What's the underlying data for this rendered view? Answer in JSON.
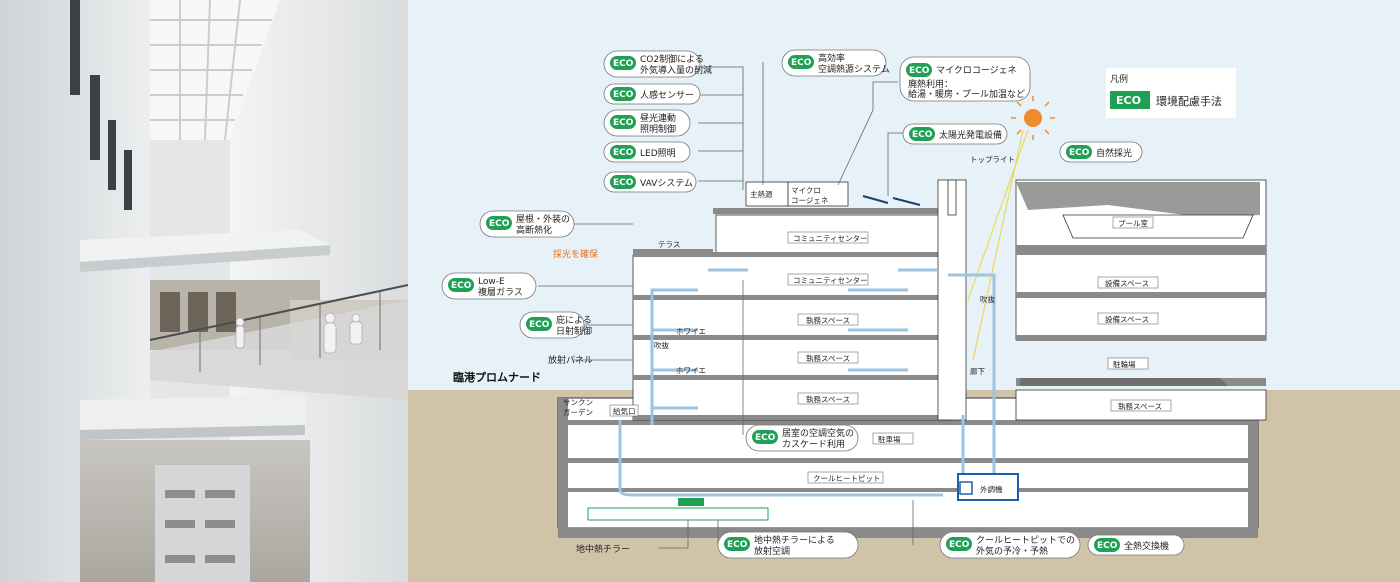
{
  "photo": {
    "alt": ""
  },
  "diagram": {
    "eco_tag": "ECO",
    "legend": {
      "title": "凡例",
      "badge": "ECO",
      "text": "環境配慮手法"
    },
    "callouts": {
      "co2": [
        "CO2制御による",
        "外気導入量の削減"
      ],
      "motion": "人感センサー",
      "daylight": [
        "昼光連動",
        "照明制御"
      ],
      "led": "LED照明",
      "vav": "VAVシステム",
      "insulation": [
        "屋根・外装の",
        "高断熱化"
      ],
      "lowe": [
        "Low-E",
        "複層ガラス"
      ],
      "eaves": [
        "庇による",
        "日射制御"
      ],
      "heatsource": [
        "高効率",
        "空調熱源システム"
      ],
      "cogen": [
        "マイクロコージェネ",
        "廃熱利用：",
        "給湯・暖房・プール加温など"
      ],
      "solar": "太陽光発電設備",
      "natural_light": "自然採光",
      "cascade": [
        "居室の空調空気の",
        "カスケード利用"
      ],
      "geo_chiller": [
        "地中熱チラーによる",
        "放射空調"
      ],
      "cool_pit": [
        "クールヒートピットでの",
        "外気の予冷・予熱"
      ],
      "total_heat": "全熱交換機"
    },
    "labels": {
      "main_heat": "主熱源",
      "micro_cogen": [
        "マイクロ",
        "コージェネ"
      ],
      "toplight": "トップライト",
      "terrace": "テラス",
      "secure_light": "採光を確保",
      "radiant_panel": "放射パネル",
      "promenade": "臨港プロムナード",
      "sunken_garden": [
        "サンクン",
        "ガーデン"
      ],
      "air_supply": "給気口",
      "void1": "吹抜",
      "void2": "吹抜",
      "foyer1": "ホワイエ",
      "foyer2": "ホワイエ",
      "corridor": "廊下",
      "geo_chiller_label": "地中熱チラー",
      "ahu": "外調機"
    },
    "rooms": {
      "community1": "コミュニティセンター",
      "community2": "コミュニティセンター",
      "office1": "執務スペース",
      "office2": "執務スペース",
      "office3": "執務スペース",
      "parking": "駐車場",
      "cool_heat_pit": "クールヒートピット",
      "pool": "プール室",
      "equip1": "設備スペース",
      "equip2": "設備スペース",
      "bicycle": "駐輪場",
      "office_east": "執務スペース"
    },
    "colors": {
      "eco": "#1fa055",
      "air": "#9cc3e0",
      "ground": "#cfc3a8",
      "sky": "#e6f1f8",
      "sun": "#f08a2a",
      "orange_text": "#e8721c",
      "ahu": "#1d5fa8"
    }
  }
}
